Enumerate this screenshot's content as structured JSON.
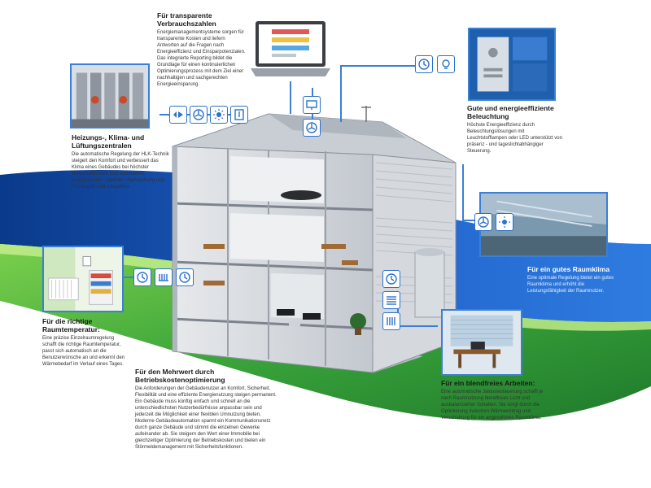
{
  "sections": {
    "consumption": {
      "heading": "Für transparente Verbrauchszahlen",
      "body": "Energiemanagementsysteme sorgen für transparente Kosten und liefern Antworten auf die Fragen nach Energieeffizienz und Einsparpotenzialen. Das integrierte Reporting bildet die Grundlage für einen kontinuierlichen Optimierungsprozess mit dem Ziel einer nachhaltigen und sachgerechten Energieeinsparung."
    },
    "hvac": {
      "heading": "Heizungs-, Klima- und Lüftungszentralen",
      "body": "Die automatische Regelung der HLK-Technik steigert den Komfort und verbessert das Klima eines Gebäudes bei höchster Wirtschaftlichkeit und minimierten Energiekosten. Zentrale Überwachung und Fernzugriff sind inbegriffen."
    },
    "lighting": {
      "heading": "Gute und energieeffiziente Beleuchtung",
      "body": "Höchste Energieeffizienz durch Beleuchtungslösungen mit Leuchtstofflampen oder LED unterstützt von präsenz - und tageslichtabhängiger Steuerung."
    },
    "climate": {
      "heading": "Für ein gutes Raumklima",
      "body": "Eine optimale Regelung bietet ein gutes Raumklima und erhöht die Leistungsfähigkeit der Raumnutzer."
    },
    "temperature": {
      "heading": "Für die richtige Raumtemperatur:",
      "body": "Eine präzise Einzelraumregelung schafft die richtige Raumtemperatur, passt sich automatisch an die Benutzerwünsche an und erkennt den Wärmebedarf im Verlauf eines Tages."
    },
    "value": {
      "heading": "Für den Mehrwert durch Betriebskostenoptimierung",
      "body": "Die Anforderungen der Gebäudenutzer an Komfort, Sicherheit, Flexibilität und eine effiziente Energienutzung steigen permanent. Ein Gebäude muss künftig einfach und schnell an die unterschiedlichsten Nutzerbedürfnisse anpassbar sein und jederzeit die Möglichkeit einer flexiblen Umnutzung bieten. Moderne Gebäudeautomation spannt ein Kommunikationsnetz durch ganze Gebäude und stimmt die einzelnen Gewerke aufeinander ab. Sie steigern den Wert einer Immobilie bei gleichzeitiger Optimierung der Betriebskosten und bieten ein Störmeldemanagement mit Sicherheitsfunktionen."
    },
    "glare": {
      "heading": "Für ein blendfreies Arbeiten:",
      "body": "Eine automatische Jalousiesteuerung schafft je nach Raumnutzung blendfreies Licht und ausbalancierten Schatten. Sie sorgt durch die Optimierung zwischen Wärmeeintrag und Verschattung für ein angenehmes Raumklima."
    }
  },
  "colors": {
    "accent": "#2b72c9",
    "sky_blue": "#1f4fb0",
    "grass": "#3aa43a",
    "grass_light": "#9ed96a"
  },
  "icons": [
    "sensor-icon",
    "fan-icon",
    "sun-icon",
    "thermostat-icon",
    "clock-icon",
    "light-icon",
    "radiator-icon",
    "blind-icon",
    "monitor-icon"
  ]
}
